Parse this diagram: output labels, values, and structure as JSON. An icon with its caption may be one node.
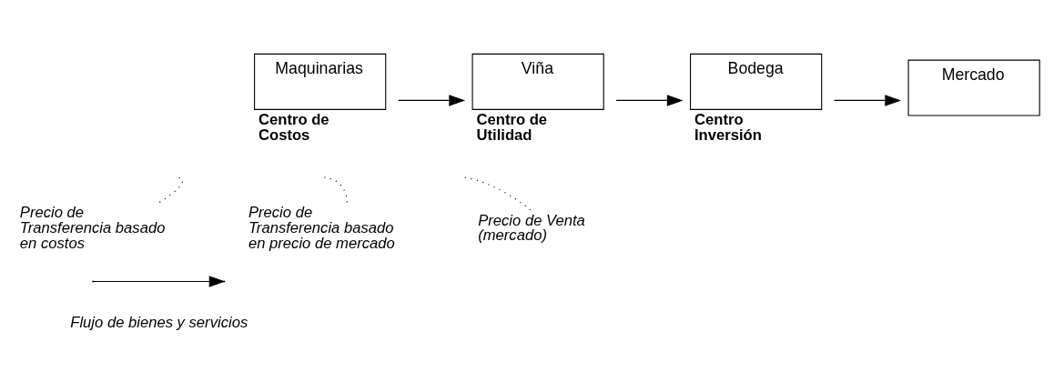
{
  "diagram": {
    "nodes": [
      {
        "text": [
          "Maquinarias"
        ],
        "beside": [
          "Centro de Costos"
        ]
      },
      {
        "text": [
          "Viña"
        ],
        "beside": [
          "Centro de Utilidad"
        ]
      },
      {
        "text": [
          "Bodega"
        ],
        "beside": [
          "Centro Inversión"
        ]
      },
      {
        "text": [
          "Mercado"
        ]
      },
      {
        "text": [
          "Precio de Transferencia basado en costos"
        ]
      },
      {
        "text": [
          "Precio de Transferencia basado en precio de mercado"
        ]
      },
      {
        "text": [
          "Precio de Venta (mercado)"
        ]
      }
    ],
    "edges": [
      {
        "from": 0,
        "to": 1,
        "arrow": "to"
      },
      {
        "from": 1,
        "to": 2,
        "arrow": "to"
      },
      {
        "from": 2,
        "to": 3,
        "arrow": "to"
      },
      {
        "from": 4,
        "to": null,
        "arrow": "none",
        "style": "dashed"
      },
      {
        "from": 5,
        "to": null,
        "arrow": "none",
        "style": "dashed"
      },
      {
        "from": 6,
        "to": null,
        "arrow": "none",
        "style": "dashed"
      }
    ],
    "legend": [
      {
        "text": "Flujo de bienes y servicios"
      }
    ]
  }
}
